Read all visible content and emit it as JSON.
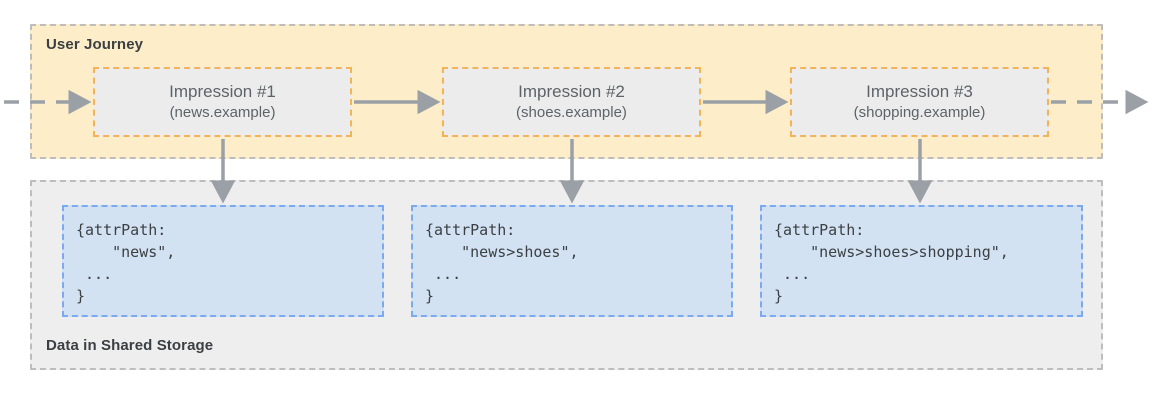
{
  "diagram": {
    "journey": {
      "title": "User Journey",
      "impressions": [
        {
          "title": "Impression #1",
          "site": "(news.example)"
        },
        {
          "title": "Impression #2",
          "site": "(shoes.example)"
        },
        {
          "title": "Impression #3",
          "site": "(shopping.example)"
        }
      ]
    },
    "storage": {
      "title": "Data in Shared Storage",
      "records": [
        {
          "code": "{attrPath:\n    \"news\",\n ...\n}"
        },
        {
          "code": "{attrPath:\n    \"news>shoes\",\n ...\n}"
        },
        {
          "code": "{attrPath:\n    \"news>shoes>shopping\",\n ...\n}"
        }
      ]
    },
    "colors": {
      "journey_fill": "#fdeec9",
      "journey_border": "#bdbdbd",
      "storage_fill": "#eeeeee",
      "storage_border": "#bdbdbd",
      "impression_fill": "#ececec",
      "impression_border": "#f5b357",
      "code_fill": "#d2e2f3",
      "code_border": "#7baaf0",
      "arrow": "#9aa0a6",
      "text": "#3c4043"
    },
    "icons": {
      "flow_in": "arrow-right-dashed",
      "flow_out": "arrow-right-dashed",
      "flow_between": "arrow-right",
      "flow_down": "arrow-down"
    }
  }
}
